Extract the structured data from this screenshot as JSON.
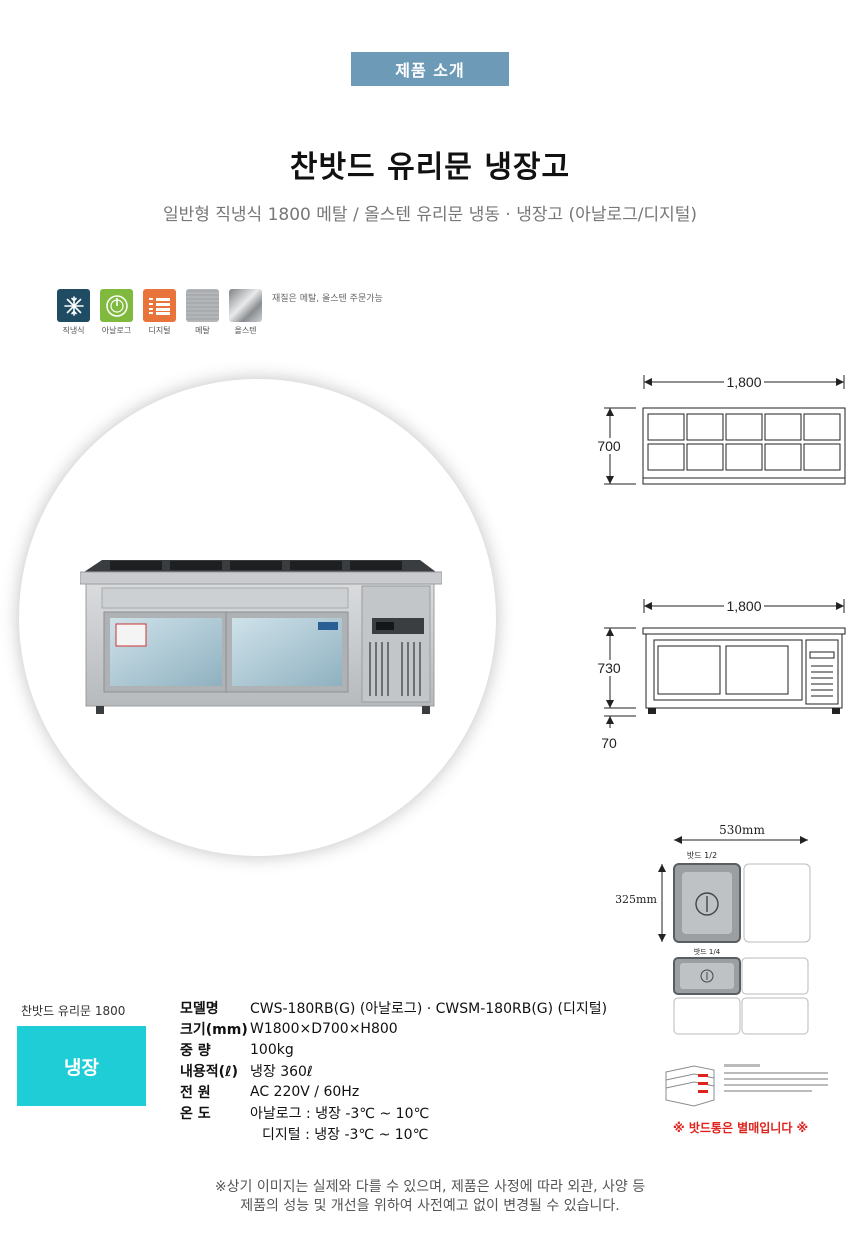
{
  "header": {
    "badge": "제품 소개",
    "title": "찬밧드 유리문 냉장고",
    "subtitle": "일반형 직냉식 1800 메탈 / 올스텐 유리문 냉동 · 냉장고 (아날로그/디지털)"
  },
  "features": [
    {
      "label": "직냉식",
      "icon": "snowflake-icon",
      "color": "#1f4c63"
    },
    {
      "label": "아날로그",
      "icon": "analog-gauge-icon",
      "color": "#7fba3f"
    },
    {
      "label": "디지털",
      "icon": "digital-display-icon",
      "color": "#e8733b"
    },
    {
      "label": "메탈",
      "icon": "metal-swatch-icon",
      "color": "#aeb1b4"
    },
    {
      "label": "올스텐",
      "icon": "stainless-swatch-icon",
      "color": "#9da0a3"
    }
  ],
  "material_note": "재질은 메탈, 올스텐 주문가능",
  "front_dims": {
    "width": "1,800",
    "height": "700"
  },
  "side_dims": {
    "width": "1,800",
    "height": "730",
    "leg": "70"
  },
  "pan": {
    "width": "530mm",
    "height": "325mm",
    "half_label": "밧드 1/2",
    "quarter_label": "밧드 1/4"
  },
  "product": {
    "name": "찬밧드 유리문 1800",
    "type": "냉장"
  },
  "specs": [
    {
      "key": "모델명",
      "value": "CWS-180RB(G) (아날로그) · CWSM-180RB(G) (디지털)"
    },
    {
      "key": "크기(mm)",
      "value": "W1800×D700×H800"
    },
    {
      "key": "중 량",
      "value": "100kg"
    },
    {
      "key": "내용적(ℓ)",
      "value": "냉장 360ℓ"
    },
    {
      "key": "전 원",
      "value": "AC 220V / 60Hz"
    },
    {
      "key": "온 도",
      "value": "아날로그 : 냉장 -3℃ ~ 10℃"
    }
  ],
  "spec_extra": "디지털 : 냉장 -3℃ ~ 10℃",
  "pan_sold_note": "※ 밧드통은 별매입니다 ※",
  "disclaimer": [
    "※상기 이미지는 실제와 다를 수 있으며, 제품은 사정에 따라 외관, 사양 등",
    "제품의 성능 및 개선을 위하여 사전예고 없이 변경될 수 있습니다."
  ]
}
